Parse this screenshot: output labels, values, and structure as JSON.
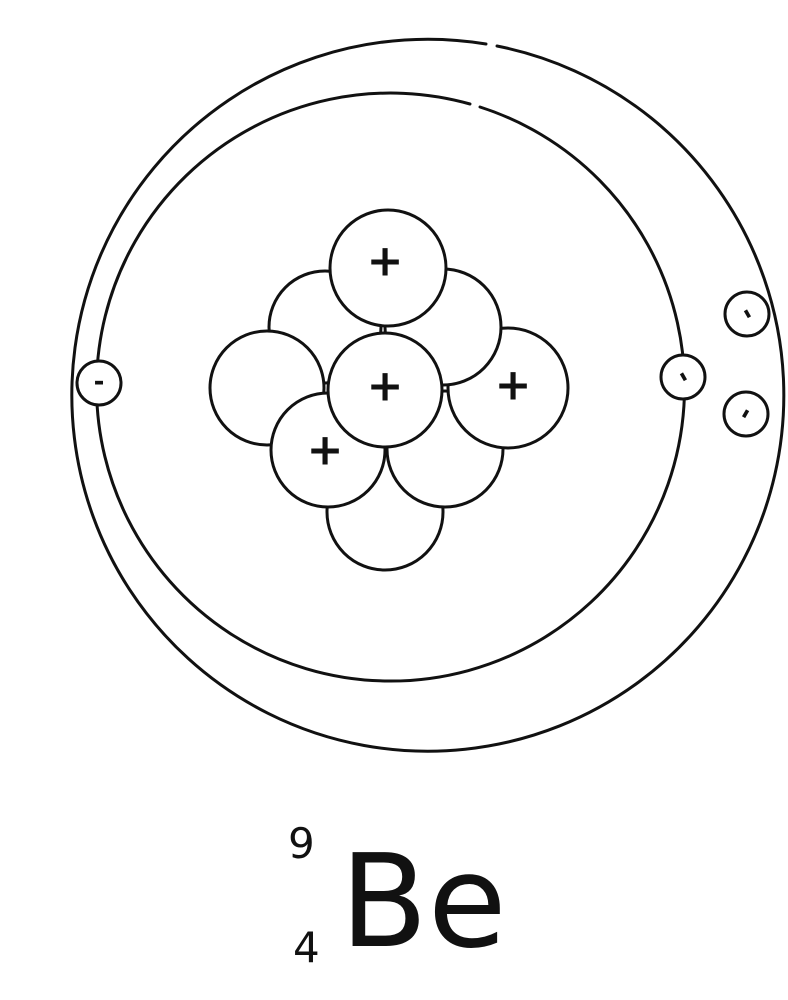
{
  "element": {
    "symbol": "Be",
    "mass_number": "9",
    "atomic_number": "4"
  },
  "nucleus": {
    "proton_label": "+",
    "proton_count": 4,
    "neutron_count": 5
  },
  "shells": [
    {
      "name": "inner-shell",
      "electron_count": 2
    },
    {
      "name": "outer-shell",
      "electron_count": 2
    }
  ],
  "electron_label": "-",
  "colors": {
    "ink": "#111111",
    "background": "#ffffff"
  }
}
